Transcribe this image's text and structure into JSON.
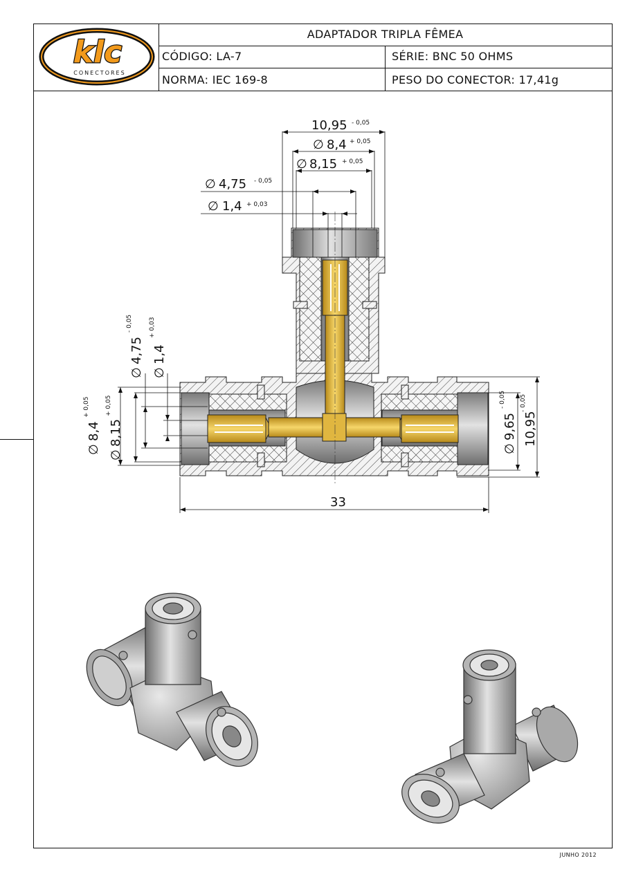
{
  "logo": {
    "brand": "klc",
    "tagline": "CONECTORES"
  },
  "title_block": {
    "title": "ADAPTADOR TRIPLA FÊMEA",
    "code": "CÓDIGO: LA-7",
    "series": "SÉRIE: BNC 50 OHMS",
    "standard": "NORMA: IEC 169-8",
    "weight": "PESO DO CONECTOR: 17,41g"
  },
  "dimensions": {
    "top_width": {
      "value": "10,95",
      "tol": "- 0,05"
    },
    "top_dia1": {
      "prefix": "∅",
      "value": "8,4",
      "tol": "+ 0,05"
    },
    "top_dia2": {
      "prefix": "∅",
      "value": "8,15",
      "tol": "+ 0,05"
    },
    "dia_475": {
      "prefix": "∅",
      "value": "4,75",
      "tol": "- 0,05"
    },
    "dia_14": {
      "prefix": "∅",
      "value": "1,4",
      "tol": "+ 0,03"
    },
    "left_dia_475": {
      "prefix": "∅",
      "value": "4,75",
      "tol": "- 0,05"
    },
    "left_dia_14": {
      "prefix": "∅",
      "value": "1,4",
      "tol": "+ 0,03"
    },
    "left_dia_84": {
      "prefix": "∅",
      "value": "8,4",
      "tol": "+ 0,05"
    },
    "left_dia_815": {
      "prefix": "∅",
      "value": "8,15",
      "tol": "+ 0,05"
    },
    "right_dia_965": {
      "prefix": "∅",
      "value": "9,65",
      "tol": "- 0,05"
    },
    "right_1095": {
      "value": "10,95",
      "tol": "- 0,05"
    },
    "overall_length": {
      "value": "33"
    }
  },
  "footer": {
    "date": "JUNHO 2012"
  },
  "colors": {
    "brass": "#e8bf3a",
    "brass_dark": "#a07a12",
    "metal": "#9a9a9a",
    "metal_light": "#cfcfcf",
    "metal_dark": "#5e5e5e",
    "logo_orange": "#f29a1c"
  }
}
